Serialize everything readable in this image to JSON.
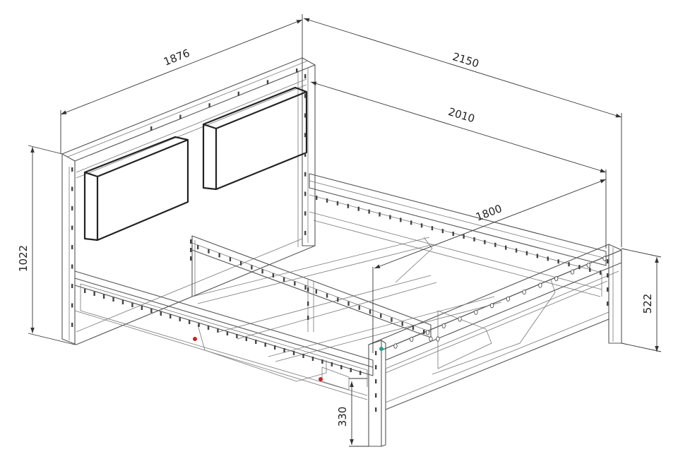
{
  "dimensions": {
    "headboard_width": "1876",
    "total_length": "2150",
    "inner_length": "2010",
    "inner_width": "1800",
    "headboard_height": "1022",
    "footboard_height": "522",
    "leg_height": "330"
  },
  "colors": {
    "line": "#555555",
    "dimension": "#333333",
    "marker_red": "#cc2222",
    "marker_teal": "#2a9d8f"
  }
}
